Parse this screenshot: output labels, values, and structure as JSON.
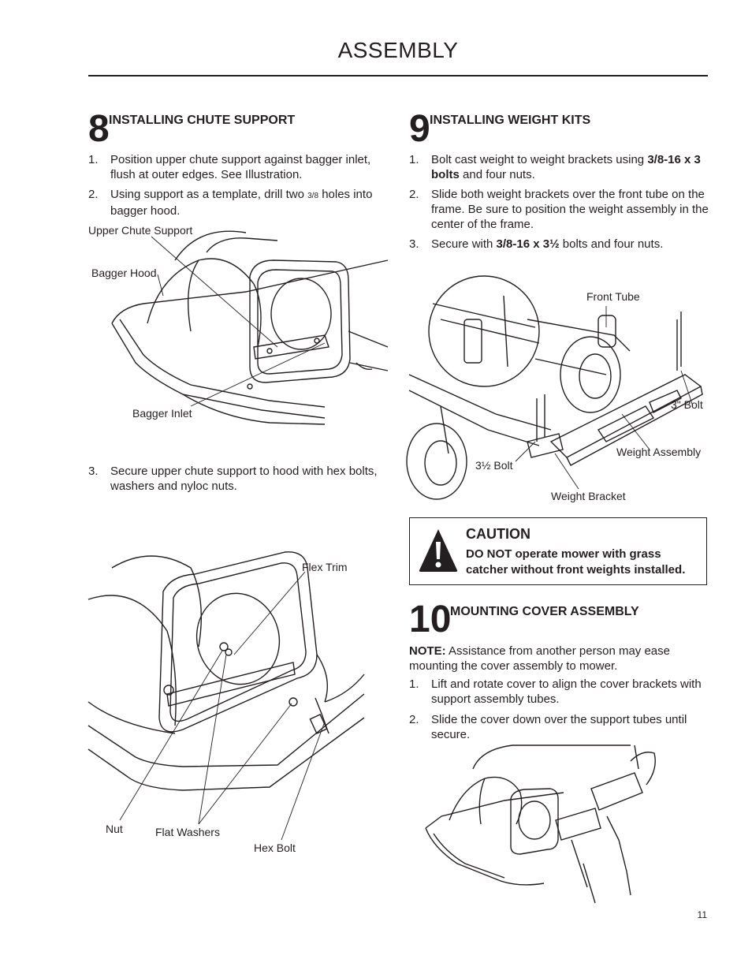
{
  "header": {
    "title": "ASSEMBLY"
  },
  "step8": {
    "number": "8",
    "title": "INSTALLING CHUTE SUPPORT",
    "items": [
      {
        "n": "1.",
        "text": "Position upper chute support against bagger inlet, flush at outer edges. See Illustration."
      },
      {
        "n": "2.",
        "text_a": "Using support as a template, drill two ",
        "frac": "3/8",
        "text_b": " holes into bagger hood."
      }
    ],
    "labels": {
      "upper_chute_support": "Upper Chute Support",
      "bagger_hood": "Bagger Hood",
      "bagger_inlet": "Bagger Inlet"
    },
    "item3": {
      "n": "3.",
      "text": "Secure upper chute support to hood with hex bolts, washers and nyloc nuts."
    },
    "labels2": {
      "flex_trim": "Flex Trim",
      "nut": "Nut",
      "flat_washers": "Flat Washers",
      "hex_bolt": "Hex Bolt"
    }
  },
  "step9": {
    "number": "9",
    "title": "INSTALLING WEIGHT KITS",
    "items": [
      {
        "n": "1.",
        "text_a": "Bolt cast weight to weight brackets using ",
        "bold_a": "3/8-16 x 3 bolts",
        "text_b": " and four nuts."
      },
      {
        "n": "2.",
        "text": "Slide both weight brackets over the front tube on the frame. Be sure to position the weight assembly in the center of the frame."
      },
      {
        "n": "3.",
        "text_a": "Secure with ",
        "bold_a": "3/8-16 x 3½",
        "text_b": " bolts and four nuts."
      }
    ],
    "labels": {
      "front_tube": "Front Tube",
      "three_inch_bolt": "3\" Bolt",
      "weight_assembly": "Weight Assembly",
      "three_half_bolt": "3½ Bolt",
      "weight_bracket": "Weight Bracket"
    }
  },
  "caution": {
    "title": "CAUTION",
    "text": "DO NOT operate mower with grass catcher without front weights installed."
  },
  "step10": {
    "number": "10",
    "title": "MOUNTING COVER ASSEMBLY",
    "note_label": "NOTE:",
    "note_text": " Assistance from another person may ease mounting the cover assembly to mower.",
    "items": [
      {
        "n": "1.",
        "text": "Lift and rotate cover to align the cover brackets with support assembly tubes."
      },
      {
        "n": "2.",
        "text": "Slide the cover down over the support tubes until secure."
      }
    ]
  },
  "page_number": "11"
}
